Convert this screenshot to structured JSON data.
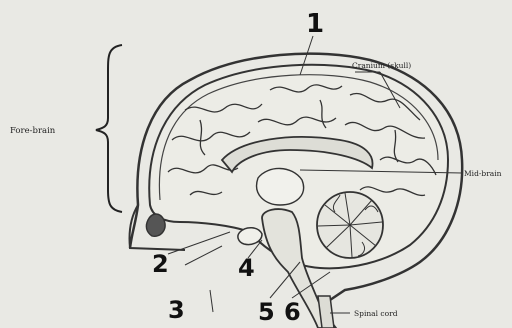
{
  "labels": {
    "fore_brain": "Fore-brain",
    "cranium": "Cranium (skull)",
    "mid_brain": "Mid-brain",
    "spinal_cord": "Spinal cord"
  },
  "numbers": {
    "n1": "1",
    "n2": "2",
    "n3": "3",
    "n4": "4",
    "n5": "5",
    "n6": "6"
  },
  "colors": {
    "paper": "#e9e9e4",
    "ink": "#333333"
  }
}
